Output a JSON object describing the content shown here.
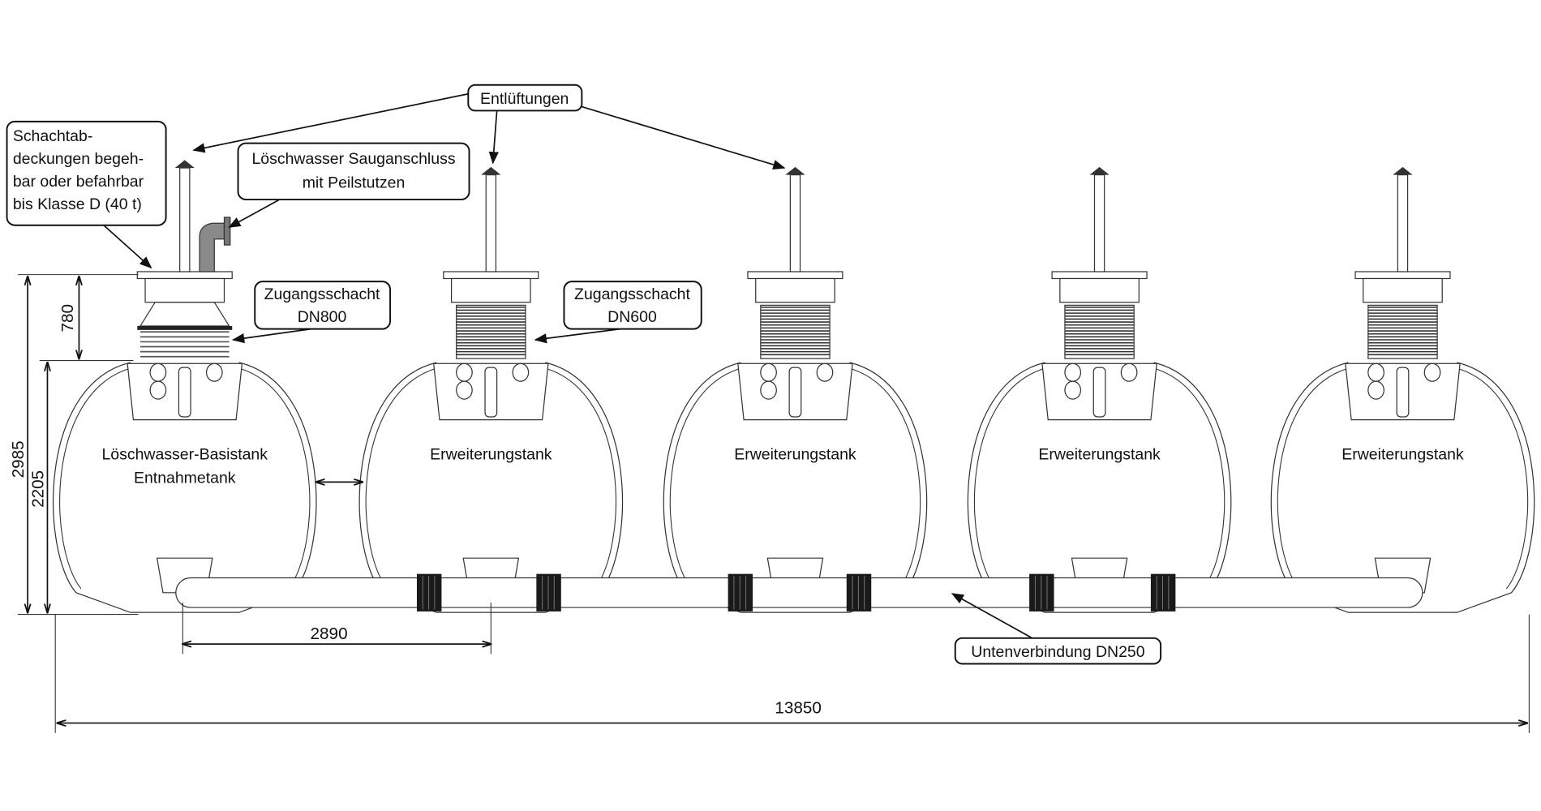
{
  "labels": {
    "vents": "Entlüftungen",
    "covers": [
      "Schachtab-",
      "deckungen begeh-",
      "bar oder befahrbar",
      "bis Klasse D (40 t)"
    ],
    "suction": [
      "Löschwasser Sauganschluss",
      "mit Peilstutzen"
    ],
    "shaft800": [
      "Zugangsschacht",
      "DN800"
    ],
    "shaft600": [
      "Zugangsschacht",
      "DN600"
    ],
    "bottom_connection": "Untenverbindung DN250"
  },
  "tanks": [
    {
      "label": [
        "Löschwasser-Basistank",
        "Entnahmetank"
      ],
      "shaft": "DN800"
    },
    {
      "label": [
        "Erweiterungstank"
      ],
      "shaft": "DN600"
    },
    {
      "label": [
        "Erweiterungstank"
      ],
      "shaft": "DN600"
    },
    {
      "label": [
        "Erweiterungstank"
      ],
      "shaft": "DN600"
    },
    {
      "label": [
        "Erweiterungstank"
      ],
      "shaft": "DN600"
    }
  ],
  "dimensions": {
    "total_height": "2985",
    "shaft_height": "780",
    "tank_height": "2205",
    "tank_spacing": "2890",
    "total_length": "13850"
  },
  "colors": {
    "line": "#111111",
    "coupling": "#1a1a1a",
    "suction_pipe": "#8a8a8a"
  }
}
